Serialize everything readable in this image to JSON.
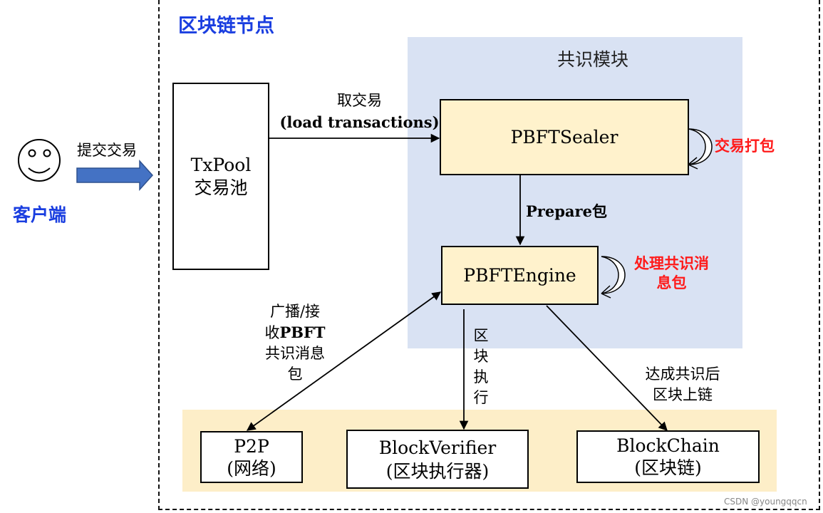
{
  "node": {
    "title": "区块链节点"
  },
  "consensus": {
    "title": "共识模块"
  },
  "client": {
    "label": "客户端",
    "action": "提交交易"
  },
  "txpool": {
    "line1": "TxPool",
    "line2": "交易池"
  },
  "sealer": {
    "label": "PBFTSealer",
    "self_label": "交易打包"
  },
  "engine": {
    "label": "PBFTEngine",
    "self_label_1": "处理共识消",
    "self_label_2": "息包"
  },
  "edges": {
    "load_cn": "取交易",
    "load_en": "(load transactions)",
    "prepare_en": "Prepare",
    "prepare_cn": "包",
    "broadcast": [
      "广播/接",
      "收",
      "PBFT",
      "共识消息",
      "包"
    ],
    "execute": [
      "区",
      "块",
      "执",
      "行"
    ],
    "commit": [
      "达成共识后",
      "区块上链"
    ]
  },
  "modules": {
    "p2p": {
      "line1": "P2P",
      "line2": "(网络)"
    },
    "verifier": {
      "line1": "BlockVerifier",
      "line2": "(区块执行器)"
    },
    "chain": {
      "line1": "BlockChain",
      "line2": "(区块链)"
    }
  },
  "watermark": "CSDN @youngqqcn"
}
